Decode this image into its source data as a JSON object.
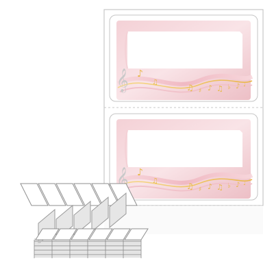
{
  "product": {
    "kind": "music-themed label sheet with fan-folded label stack",
    "labels_visible": 2,
    "stack_columns": 6,
    "stack_layers": 9
  },
  "colors": {
    "sheet_border": "#bdbdbd",
    "frame_pink": "#eab6be",
    "frame_pink_light": "#f7dde1",
    "swirl_pink": "#f3c3cb",
    "swirl_gold": "#f0c45a",
    "notes_gold": "#e8b94a",
    "clef_grey": "#c9c9c9",
    "stack_face": "#ffffff",
    "stack_shadow": "#c8c8c8",
    "stack_edge": "#8f8f8f"
  },
  "icons": [
    "treble-clef-icon",
    "music-note-icon",
    "sharp-icon",
    "flat-icon"
  ]
}
